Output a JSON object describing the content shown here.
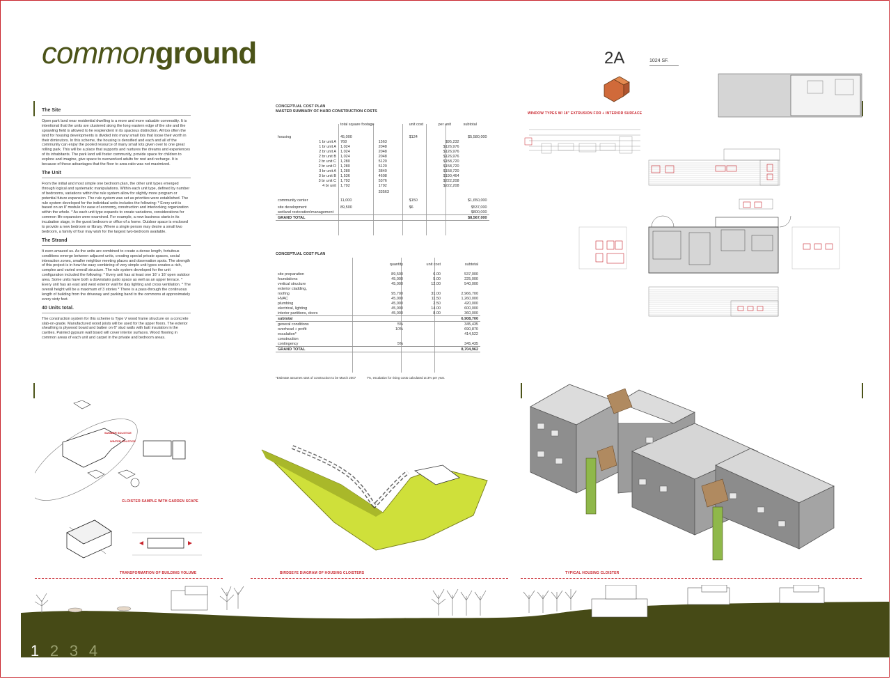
{
  "title": {
    "part1": "common",
    "part2": "ground"
  },
  "unit": {
    "code": "2A",
    "area": "1024 SF."
  },
  "sections": {
    "site": {
      "heading": "The Site",
      "body": "Open park land near residential dwelling is a more and more valuable commodity. It is intentional that the units are clustered along the long eastern edge of the site and the sprawling field is allowed to lie resplendent in its spacious distinction. All too often the land for housing developments is divided into many small lots that loose their worth in their diminutors. In this scheme, the housing is densified and each and all of the community can enjoy the pooled resource of many small lots given over to one great rolling park. This will be a place that supports and nurtures the dreams and experiences of its inhabitants. The park land will foster community, provide space for children to explore and imagine, give space to overworked adults for rest and recharge. It is because of these advantages that the floor to area ratio was not maximized."
    },
    "unit": {
      "heading": "The Unit",
      "body": "From the initial and most simple one bedroom plan, the other unit types emerged through logical and systematic manipulations. Within each unit type, defined by number of bedrooms, variations within the rule system allow for slightly more program or potential future expansion. The rule system was set as priorities were established. The rule system developed for the individual units includes the following: * Every unit is based on an 8' module for ease of economy, construction and interlocking organization within the whole. * As each unit type expands to create variations, considerations for common life expansion were examined. For example, a new business starts in its incubation stage, in the guest bedroom or office of a home. Outdoor space is enclosed to provide a new bedroom or library. Where a single person may desire a small two bedroom, a family of four may wish for the largest two-bedroom available."
    },
    "strand": {
      "heading": "The Strand",
      "body": "It even amazed us. As the units are combined to create a dense length, fortuitous conditions emerge between adjacent units, creating special private spaces, social interaction zones, smaller neighbor meeting places and observation spots. The strength of this project is in how the easy combining of very simple unit types creates a rich, complex and varied overall structure. The rule system developed for the unit configuration included the following: * Every unit has at least one 16' x 16' open outdoor area. Some units have both a downstairs patio space as well as an upper terrace. * Every unit has an east and west exterior wall for day lighting and cross ventilation. * The overall height will be a maximum of 3 stories * There is a pass-through the continuous length of building from the driveway and parking band to the commons at approximately every sixty feet."
    },
    "total": {
      "heading": "40 Units total.",
      "body": "The construction system for this scheme is Type V wood frame structure on a concrete slab-on-grade. Manufactured wood joists will be used for the upper floors. The exterior sheathing is plywood board and batten on 6\" stud walls with batt insulation in the cavities. Painted gypsum wall board will cover interior surfaces. Wood flooring in common areas of each unit and carpet in the private and bedroom areas."
    }
  },
  "cost1": {
    "title1": "CONCEPTUAL COST PLAN",
    "title2": "MASTER SUMMARY OF HARD CONSTRUCTION COSTS",
    "headers": [
      "",
      "total square footage",
      "",
      "unit cost",
      "per unit",
      "subtotal"
    ],
    "rows": [
      [
        "housing",
        "45,000",
        "",
        "$124",
        "",
        "$5,580,000"
      ],
      [
        "1 br unit A",
        "768",
        "1563",
        "",
        "$95,232",
        ""
      ],
      [
        "1 br unit A",
        "1,024",
        "2048",
        "",
        "$126,976",
        ""
      ],
      [
        "2 br unit A",
        "1,024",
        "2048",
        "",
        "$126,976",
        ""
      ],
      [
        "2 br unit B",
        "1,024",
        "2048",
        "",
        "$126,976",
        ""
      ],
      [
        "2 br unit C",
        "1,280",
        "5120",
        "",
        "$158,720",
        ""
      ],
      [
        "2 br unit D",
        "1,280",
        "5120",
        "",
        "$158,720",
        ""
      ],
      [
        "3 br unit A",
        "1,280",
        "3840",
        "",
        "$158,720",
        ""
      ],
      [
        "3 br unit B",
        "1,536",
        "4608",
        "",
        "$190,464",
        ""
      ],
      [
        "3 br unit C",
        "1,792",
        "5376",
        "",
        "$222,208",
        ""
      ],
      [
        "4 br unit",
        "1,792",
        "1792",
        "",
        "$222,208",
        ""
      ],
      [
        "",
        "",
        "33563",
        "",
        "",
        ""
      ],
      [
        "community center",
        "11,000",
        "",
        "$150",
        "",
        "$1,650,000"
      ],
      [
        "site development",
        "89,500",
        "",
        "$6",
        "",
        "$537,000"
      ],
      [
        "wetland restoration/management",
        "",
        "",
        "",
        "",
        "$800,000"
      ]
    ],
    "grand_label": "GRAND TOTAL",
    "grand_value": "$8,567,000"
  },
  "cost2": {
    "title": "CONCEPTUAL COST PLAN",
    "headers": [
      "",
      "quantity",
      "unit cost",
      "subtotal"
    ],
    "rows": [
      [
        "site preparation",
        "89,500",
        "6.00",
        "537,000"
      ],
      [
        "foundations",
        "45,000",
        "5.00",
        "225,000"
      ],
      [
        "vertical structure",
        "45,000",
        "12.00",
        "540,000"
      ],
      [
        "exterior cladding,",
        "",
        "",
        ""
      ],
      [
        "roofing",
        "95,700",
        "31.00",
        "2,966,700"
      ],
      [
        "HVAC",
        "45,000",
        "11.50",
        "1,260,000"
      ],
      [
        "plumbing",
        "45,000",
        "2.50",
        "420,000"
      ],
      [
        "electrical, lighting",
        "45,000",
        "14.00",
        "600,000"
      ],
      [
        "interior partitions, doors",
        "45,000",
        "8.00",
        "360,000"
      ]
    ],
    "subtotal_label": "subtotal",
    "subtotal_value": "6,908,700",
    "extra": [
      [
        "general conditions",
        "5%",
        "",
        "345,435"
      ],
      [
        "overhead + profit",
        "10%",
        "",
        "690,870"
      ],
      [
        "escalation*",
        "",
        "",
        "414,522"
      ],
      [
        "construction",
        "",
        "",
        ""
      ],
      [
        "contingency",
        "5%",
        "",
        "345,435"
      ]
    ],
    "grand_label": "GRAND TOTAL",
    "grand_value": "8,704,962",
    "note1": "*Estimate assumes start of construction to be March 2007",
    "note2": "7%, escalation for rising costs calculated at 3% per year."
  },
  "labels": {
    "window_types": "WINDOW TYPES W/ 18\" EXTRUSION FOR + INTERIOR SURFACE",
    "cloister_sample": "CLOISTER SAMPLE WITH GARDEN SCAPE",
    "transformation": "TRANSFORMATION OF BUILDING VOLUME",
    "birdseye": "BIRDSEYE DIAGRAM OF HOUSING CLOISTERS",
    "typical": "TYPICAL HOUSING CLOISTER",
    "summer": "SUMMER SOLSTICE",
    "winter": "WINTER SOLSTICE"
  },
  "pager": [
    "1",
    "2",
    "3",
    "4"
  ],
  "colors": {
    "olive": "#4b5318",
    "red": "#c8242c",
    "lime": "#cfe03a",
    "ground": "#464a16"
  }
}
